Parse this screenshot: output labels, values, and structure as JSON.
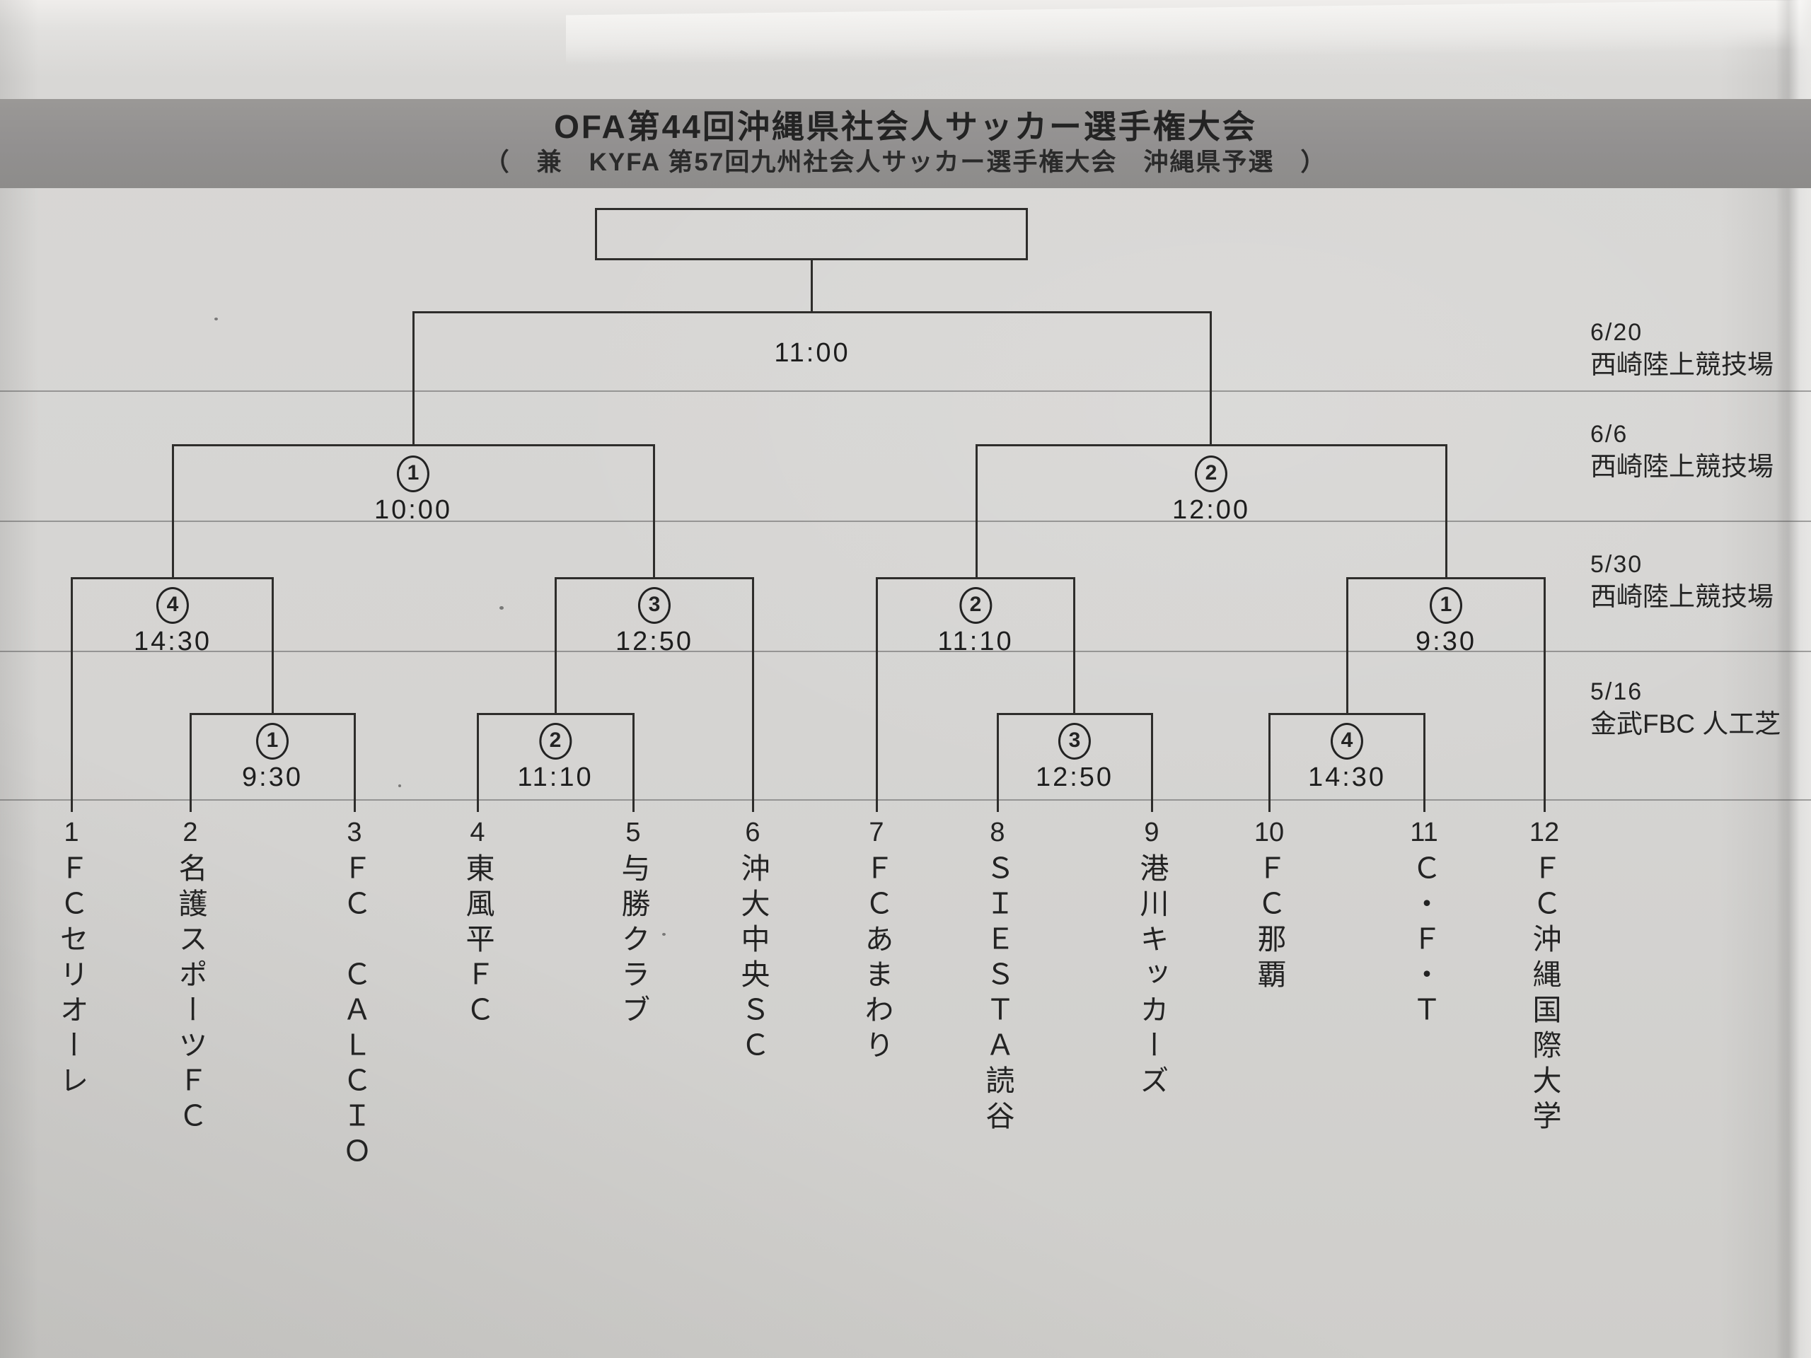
{
  "header": {
    "title": "OFA第44回沖縄県社会人サッカー選手権大会",
    "subtitle": "（　兼　KYFA 第57回九州社会人サッカー選手権大会　沖縄県予選　）"
  },
  "rounds": {
    "final": {
      "time": "11:00"
    },
    "semifinals": [
      {
        "no": "1",
        "time": "10:00"
      },
      {
        "no": "2",
        "time": "12:00"
      }
    ],
    "quarterfinals": [
      {
        "no": "4",
        "time": "14:30"
      },
      {
        "no": "3",
        "time": "12:50"
      },
      {
        "no": "2",
        "time": "11:10"
      },
      {
        "no": "1",
        "time": "9:30"
      }
    ],
    "first_round": [
      {
        "no": "1",
        "time": "9:30"
      },
      {
        "no": "2",
        "time": "11:10"
      },
      {
        "no": "3",
        "time": "12:50"
      },
      {
        "no": "4",
        "time": "14:30"
      }
    ]
  },
  "schedule": [
    {
      "date": "6/20",
      "venue": "西崎陸上競技場"
    },
    {
      "date": "6/6",
      "venue": "西崎陸上競技場"
    },
    {
      "date": "5/30",
      "venue": "西崎陸上競技場"
    },
    {
      "date": "5/16",
      "venue": "金武FBC 人工芝"
    }
  ],
  "teams": [
    {
      "seed": "1",
      "name": "ＦＣセリオーレ"
    },
    {
      "seed": "2",
      "name": "名護スポーツＦＣ"
    },
    {
      "seed": "3",
      "name": "ＦＣ　ＣＡＬＣＩＯ"
    },
    {
      "seed": "4",
      "name": "東風平ＦＣ"
    },
    {
      "seed": "5",
      "name": "与勝クラブ"
    },
    {
      "seed": "6",
      "name": "沖大中央ＳＣ"
    },
    {
      "seed": "7",
      "name": "ＦＣあまわり"
    },
    {
      "seed": "8",
      "name": "ＳＩＥＳＴＡ読谷"
    },
    {
      "seed": "9",
      "name": "港川キッカーズ"
    },
    {
      "seed": "10",
      "name": "ＦＣ那覇"
    },
    {
      "seed": "11",
      "name": "Ｃ・Ｆ・Ｔ"
    },
    {
      "seed": "12",
      "name": "ＦＣ沖縄国際大学"
    }
  ]
}
